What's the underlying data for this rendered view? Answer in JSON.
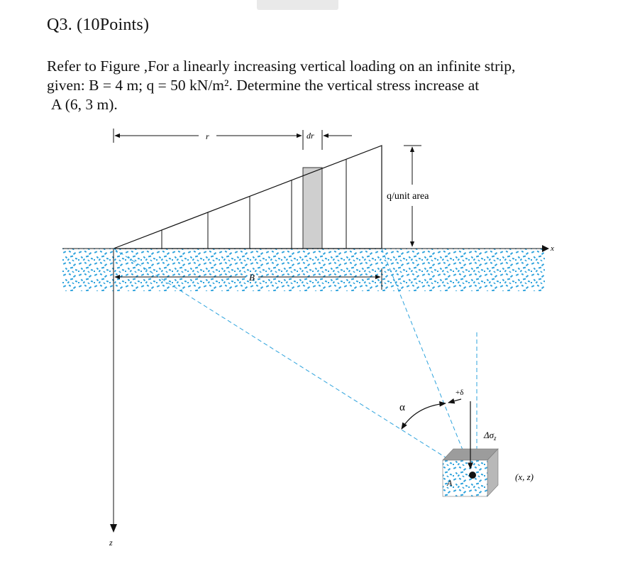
{
  "question": {
    "title": "Q3. (10Points)",
    "lines": [
      "Refer to Figure ,For a linearly increasing vertical loading on an infinite strip,",
      "given: B = 4 m; q = 50 kN/m². Determine the vertical stress increase at",
      "A (6, 3 m)."
    ]
  },
  "figure": {
    "labels": {
      "r": "r",
      "dr": "dr",
      "load": "q/unit area",
      "B": "B",
      "alpha": "α",
      "delta": "+δ",
      "stress": "Δσ",
      "stress_sub": "z",
      "point": "A",
      "coords": "(x, z)",
      "x_axis": "x",
      "z_axis": "z"
    },
    "colors": {
      "soil_speckle": "#2ea3dd",
      "strip_shade": "#cfcfcf",
      "block_face": "#bcbcbc",
      "line": "#111111"
    }
  }
}
